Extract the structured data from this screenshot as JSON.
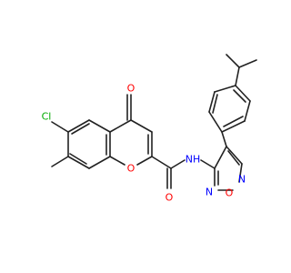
{
  "colors": {
    "bond": "#222222",
    "oxygen": "#ff0000",
    "nitrogen": "#0000ff",
    "chlorine": "#00aa00",
    "carbon_label": "#222222"
  },
  "atoms": {
    "cl": "Cl",
    "o_ketone": "O",
    "o_ring": "O",
    "o_amide": "O",
    "nh": "NH",
    "n_left": "N",
    "n_right": "N",
    "o_oxadiazole": "O"
  }
}
